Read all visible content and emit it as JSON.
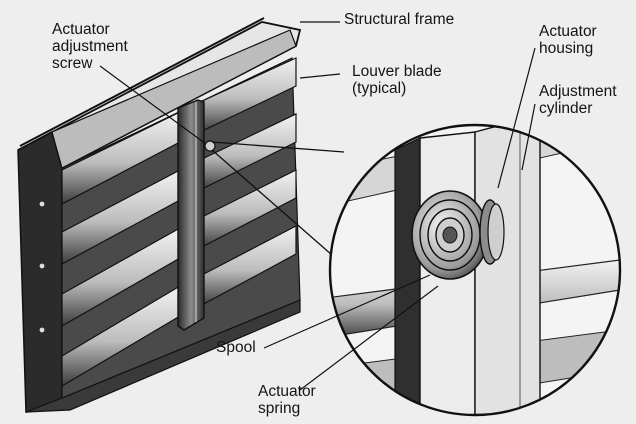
{
  "labels": {
    "structural_frame": "Structural frame",
    "actuator_adjustment_screw": [
      "Actuator",
      "adjustment",
      "screw"
    ],
    "louver_blade": [
      "Louver blade",
      "(typical)"
    ],
    "actuator_housing": [
      "Actuator",
      "housing"
    ],
    "adjustment_cylinder": [
      "Adjustment",
      "cylinder"
    ],
    "spool": "Spool",
    "actuator_spring": [
      "Actuator",
      "spring"
    ]
  },
  "colors": {
    "background": "#eeeeee",
    "ink": "#141414",
    "metal_light": "#dcdcdc",
    "metal_mid": "#8a8a8a",
    "metal_dark": "#3a3a3a"
  }
}
